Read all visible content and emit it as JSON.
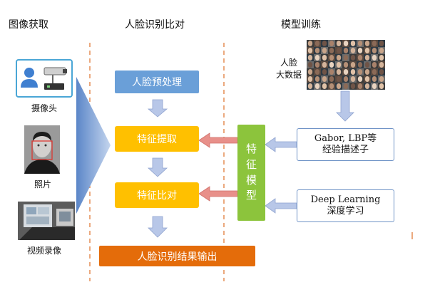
{
  "headers": {
    "acquire": "图像获取",
    "compare": "人脸识别比对",
    "train": "模型训练"
  },
  "acquisition": {
    "camera_label": "摄像头",
    "photo_label": "照片",
    "video_label": "视频录像"
  },
  "pipeline": {
    "preprocess": "人脸预处理",
    "extract": "特征提取",
    "compare": "特征比对",
    "output": "人脸识别结果输出"
  },
  "model": {
    "label": "特征模型"
  },
  "training": {
    "bigdata_line1": "人脸",
    "bigdata_line2": "大数据",
    "gabor_line1": "Gabor, LBP等",
    "gabor_line2": "经验描述子",
    "deep_line1": "Deep Learning",
    "deep_line2": "深度学习"
  },
  "colors": {
    "preprocess": "#6a9fd8",
    "extract": "#ffc000",
    "output": "#e46c0a",
    "model": "#8cc43c",
    "arrow_blue": "#b8c7e8",
    "arrow_red": "#e8908a",
    "divider": "#e07b39"
  }
}
